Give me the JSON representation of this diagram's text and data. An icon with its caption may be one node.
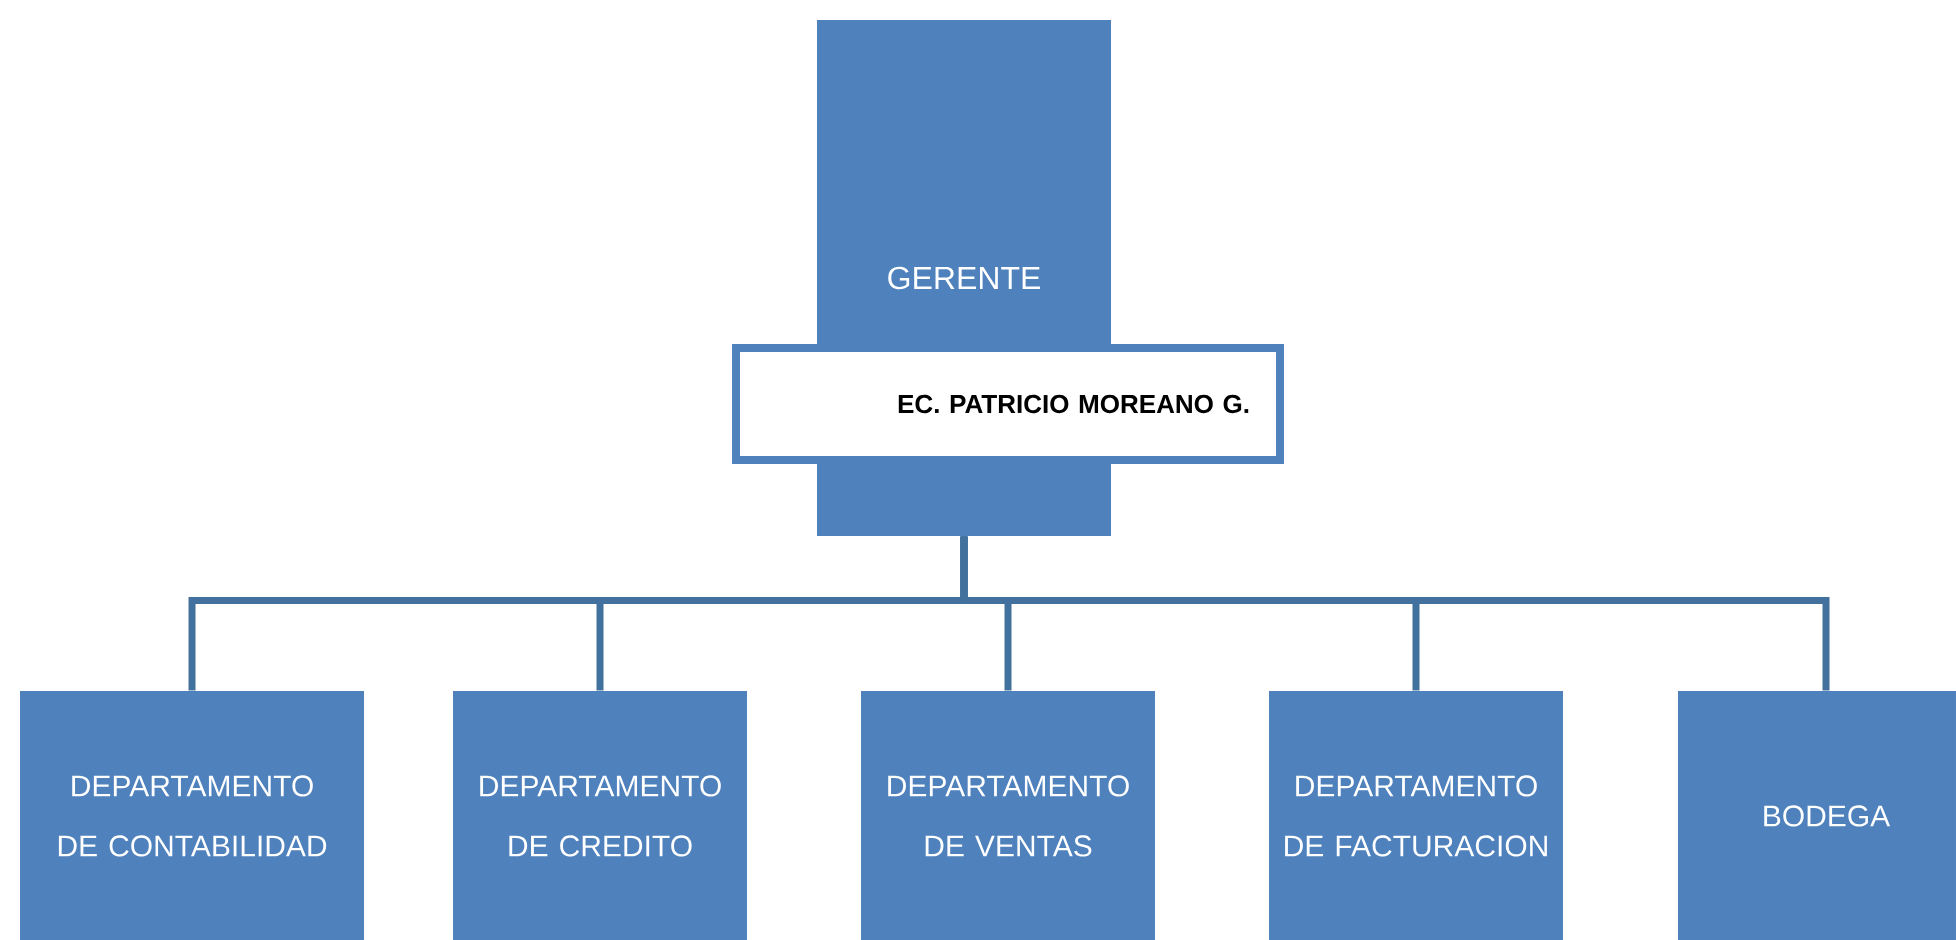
{
  "diagram": {
    "nodes": [
      {
        "text": [
          "GERENTE"
        ]
      },
      {
        "text": [
          "EC. PATRICIO MOREANO G."
        ]
      },
      {
        "text": [
          "DEPARTAMENTO DE CONTABILIDAD"
        ]
      },
      {
        "text": [
          "DEPARTAMENTO DE CREDITO"
        ]
      },
      {
        "text": [
          "DEPARTAMENTO DE VENTAS"
        ]
      },
      {
        "text": [
          "DEPARTAMENTO DE FACTURACION"
        ]
      },
      {
        "text": [
          "BODEGA"
        ]
      }
    ],
    "edges": [
      {
        "from": 0,
        "to": 2,
        "arrow": "none"
      },
      {
        "from": 0,
        "to": 3,
        "arrow": "none"
      },
      {
        "from": 0,
        "to": 4,
        "arrow": "none"
      },
      {
        "from": 0,
        "to": 5,
        "arrow": "none"
      },
      {
        "from": 0,
        "to": 6,
        "arrow": "none"
      }
    ]
  }
}
